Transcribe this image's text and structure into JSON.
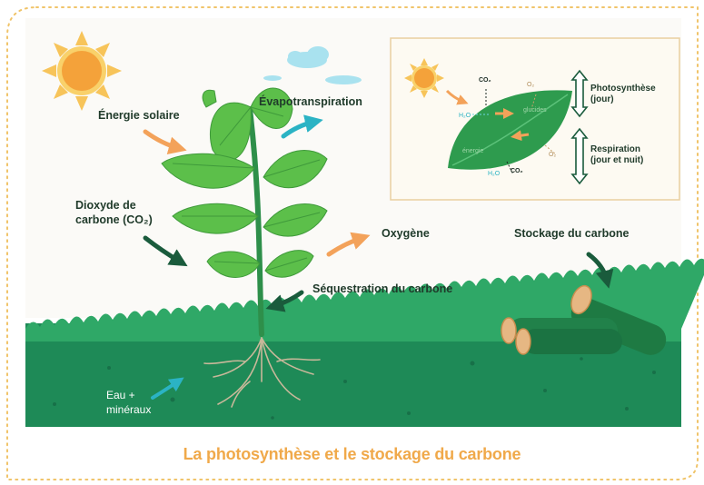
{
  "title": "La photosynthèse et le stockage du carbone",
  "labels": {
    "energie_solaire": "Énergie solaire",
    "evapotranspiration": "Évapotranspiration",
    "dioxyde_line1": "Dioxyde de",
    "dioxyde_line2": "carbone (CO₂)",
    "oxygene": "Oxygène",
    "sequestration": "Séquestration du carbone",
    "stockage": "Stockage du carbone",
    "eau_line1": "Eau +",
    "eau_line2": "minéraux"
  },
  "inset": {
    "photosynthese_line1": "Photosynthèse",
    "photosynthese_line2": "(jour)",
    "respiration_line1": "Respiration",
    "respiration_line2": "(jour et nuit)",
    "co2_top": "CO₂",
    "o2_top": "O₂",
    "h2o_left": "H₂O",
    "glucides": "glucides",
    "energie": "énergie",
    "h2o_bottom": "H₂O",
    "co2_bottom": "CO₂",
    "o2_right": "O₂"
  },
  "colors": {
    "title": "#f0a94a",
    "sun": "#f4a23a",
    "ground": "#1e8a57",
    "grass": "#2fa867",
    "leaf": "#5cbf4a",
    "text": "#1f3a2a",
    "arrow_orange": "#f3a25a",
    "arrow_teal": "#2bb3c4",
    "arrow_dark": "#1a5b3c"
  },
  "icons": [
    "sun-icon",
    "cloud-icon",
    "plant-icon",
    "log-icon",
    "leaf-icon",
    "double-arrow-icon"
  ]
}
